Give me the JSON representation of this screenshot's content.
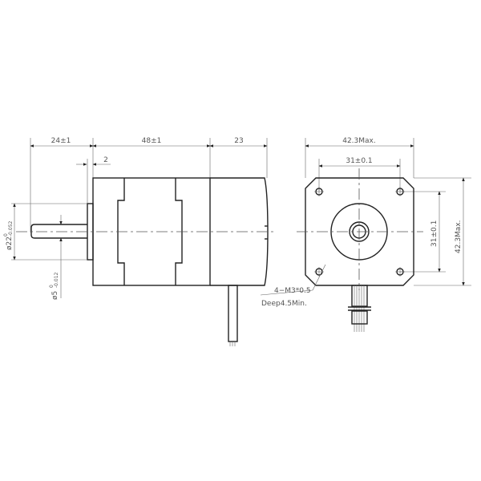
{
  "drawing": {
    "subject": "Stepper motor dimension drawing",
    "side_view": {
      "dimensions": {
        "shaft_length": "24±1",
        "body_length": "48±1",
        "rear_length": "23",
        "flange_thickness": "2",
        "boss_diameter": "ø22",
        "boss_tol_upper": "0",
        "boss_tol_lower": "-0.052",
        "shaft_diameter": "ø5",
        "shaft_tol_upper": "0",
        "shaft_tol_lower": "-0.012"
      }
    },
    "front_view": {
      "dimensions": {
        "width": "42.3Max.",
        "height": "42.3Max.",
        "hole_spacing_h": "31±0.1",
        "hole_spacing_v": "31±0.1"
      },
      "callout": {
        "line1": "4−M3*0.5",
        "line2": "Deep4.5Min."
      }
    },
    "colors": {
      "line": "#222222",
      "dimension": "#555555",
      "background": "#ffffff"
    }
  }
}
